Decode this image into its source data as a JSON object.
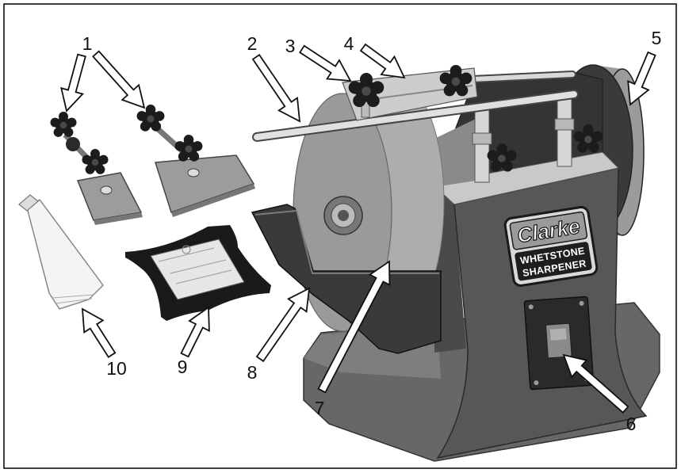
{
  "callouts": [
    "1",
    "2",
    "3",
    "4",
    "5",
    "6",
    "7",
    "8",
    "9",
    "10"
  ],
  "label": {
    "brand": "Clarke",
    "line1": "WHETSTONE",
    "line2": "SHARPENER"
  }
}
